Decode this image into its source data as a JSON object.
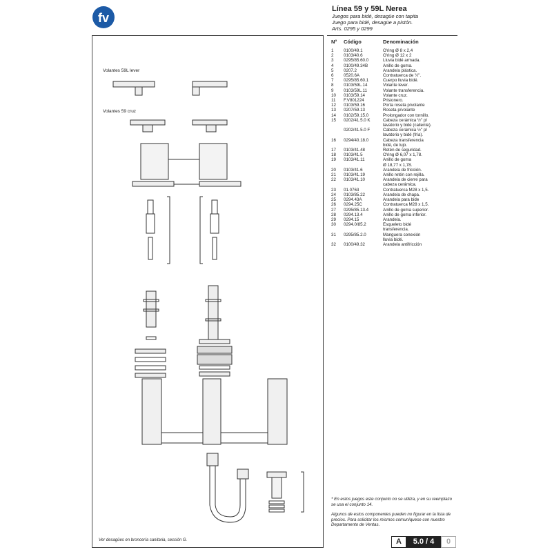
{
  "brand": {
    "logo_text": "fv",
    "color": "#1c5aa6"
  },
  "header": {
    "title": "Línea 59 y 59L Nerea",
    "line1": "Juegos para bidé, desagüe con tapita",
    "line2": "Juego para bidé, desagüe a pistón.",
    "line3": "Arts. 0295 y 0299"
  },
  "table": {
    "col_num": "N°",
    "col_code": "Código",
    "col_desc": "Denominación",
    "rows": [
      {
        "n": "1",
        "c": "0100/49.1",
        "d": "O'ring Ø 8 x 2,4"
      },
      {
        "n": "2",
        "c": "0103/40.6",
        "d": "O'ring Ø 12 x 2"
      },
      {
        "n": "3",
        "c": "0295/85.60.0",
        "d": "Lluvia bidé armada."
      },
      {
        "n": "4",
        "c": "0100/49.34B",
        "d": "Anillo de goma."
      },
      {
        "n": "5",
        "c": "0207.2",
        "d": "Arandela plástica."
      },
      {
        "n": "6",
        "c": "0520.6A",
        "d": "Contratuerca de ½\"."
      },
      {
        "n": "7",
        "c": "0295/85.60.1",
        "d": "Cuerpo lluvia bidé."
      },
      {
        "n": "8",
        "c": "0103/59L.14",
        "d": "Volante lever."
      },
      {
        "n": "9",
        "c": "0103/59L.11",
        "d": "Volante transferencia."
      },
      {
        "n": "10",
        "c": "0103/59.14",
        "d": "Volante cruz."
      },
      {
        "n": "11",
        "c": "F.V801224",
        "d": "Prisionero."
      },
      {
        "n": "12",
        "c": "0103/59.16",
        "d": "Porta roseta p/volante"
      },
      {
        "n": "13",
        "c": "0207/59.13",
        "d": "Roseta p/volante"
      },
      {
        "n": "14",
        "c": "0102/59.15.0",
        "d": "Prolongador con tornillo."
      },
      {
        "n": "15",
        "c": "0202/41.5.0 K",
        "d": "Cabeza cerámica ½\" p/\nlavatorio y bidé (caliente)."
      },
      {
        "n": "",
        "c": "0202/41.5.0 F",
        "d": "Cabeza cerámica ½\" p/\nlavatorio y bidé (fría)."
      },
      {
        "n": "16",
        "c": "0294/40.18.0",
        "d": "Cabeza transferencia\nbidé, de lujo."
      },
      {
        "n": "17",
        "c": "0103/41.48",
        "d": "Retén de seguridad."
      },
      {
        "n": "18",
        "c": "0103/41.5",
        "d": "O'ring Ø 6,07 x 1,78."
      },
      {
        "n": "19",
        "c": "0103/41.11",
        "d": "Anillo de goma\nØ 18,77 x 1,78."
      },
      {
        "n": "20",
        "c": "0103/41.6",
        "d": "Arandela de fricción."
      },
      {
        "n": "21",
        "c": "0103/41.19",
        "d": "Anillo retén con rejilla."
      },
      {
        "n": "22",
        "c": "0103/41.10",
        "d": "Arandela de cierre para\ncabeza cerámica."
      },
      {
        "n": "23",
        "c": "01.0763",
        "d": "Contratuerca M28 x 1,5."
      },
      {
        "n": "24",
        "c": "0103/85.22",
        "d": "Arandela de chapa."
      },
      {
        "n": "25",
        "c": "0294.43A",
        "d": "Arandela para bide"
      },
      {
        "n": "26",
        "c": "0294.25C",
        "d": "Contratuerca M28 x 1,5."
      },
      {
        "n": "27",
        "c": "0295/85.13.4",
        "d": "Anillo de goma superior."
      },
      {
        "n": "28",
        "c": "0294.13.4",
        "d": "Anillo de goma inferior."
      },
      {
        "n": "29",
        "c": "0294.15",
        "d": "Arandela."
      },
      {
        "n": "30",
        "c": "0294.0/85.2",
        "d": "Esqueleto bidé\ntransferencia."
      },
      {
        "n": "31",
        "c": "0295/85.2.0",
        "d": "Manguera conexión\nlluvia bidé."
      },
      {
        "n": "32",
        "c": "0100/49.32",
        "d": "Arandela antifricción"
      }
    ]
  },
  "notes": {
    "asterisk": "* En estos juegos este conjunto no se utiliza, y en su reemplazo se usa el conjunto 14.",
    "availability": "Algunos de estos componentes pueden no figurar en la lista de precios. Para solicitar los mismos comuníquese con nuestro Departamento de Ventas."
  },
  "drawing": {
    "label_lever": "Volantes 59L lever",
    "label_cruz": "Volantes 59 cruz",
    "caption": "Ver desagües en broncería sanitaria, sección G."
  },
  "page": {
    "section": "A",
    "number": "5.0 / 4",
    "rev": "0"
  }
}
